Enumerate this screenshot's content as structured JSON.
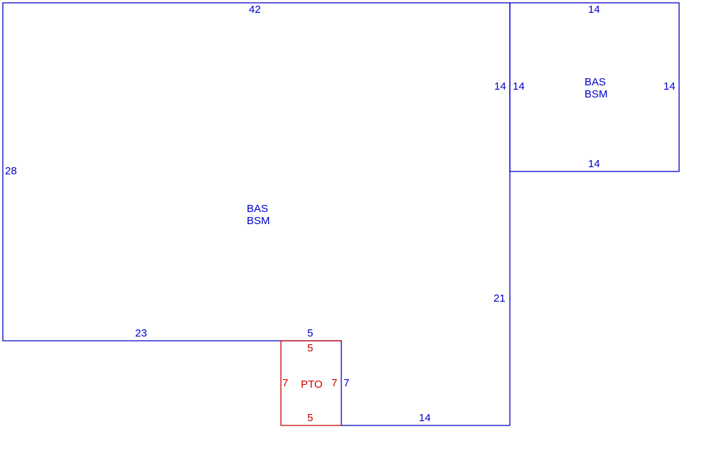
{
  "colors": {
    "main": "#0000cc",
    "porch": "#cc0000"
  },
  "main_area": {
    "codes": [
      "BAS",
      "BSM"
    ],
    "dims": {
      "top": "42",
      "left": "28",
      "bottom_left": "23",
      "bottom_inner": "5",
      "right_upper": "14",
      "right_lower": "21",
      "bottom_right": "14",
      "porch_side": "7"
    }
  },
  "side_area": {
    "codes": [
      "BAS",
      "BSM"
    ],
    "dims": {
      "top": "14",
      "left": "14",
      "right": "14",
      "bottom": "14"
    }
  },
  "porch_area": {
    "code": "PTO",
    "dims": {
      "top": "5",
      "left": "7",
      "right": "7",
      "bottom": "5"
    }
  }
}
